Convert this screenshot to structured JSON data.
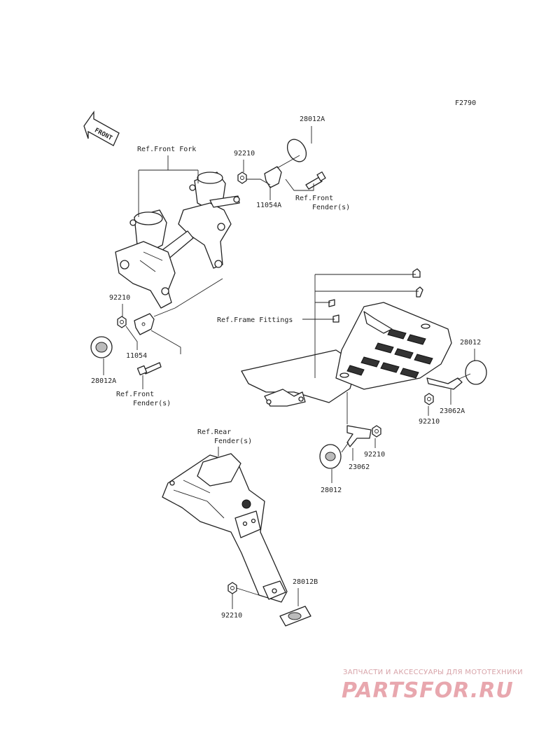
{
  "diagram": {
    "code": "F2790",
    "front_arrow_label": "FRONT",
    "labels": {
      "p28012A_top": "28012A",
      "p92210_top": "92210",
      "p11054A": "11054A",
      "ref_front_fender_top_1": "Ref.Front",
      "ref_front_fender_top_2": "Fender(s)",
      "ref_front_fork": "Ref.Front Fork",
      "p92210_left": "92210",
      "p11054": "11054",
      "p28012A_left": "28012A",
      "ref_front_fender_left_1": "Ref.Front",
      "ref_front_fender_left_2": "Fender(s)",
      "ref_frame_fittings": "Ref.Frame Fittings",
      "p28012_right": "28012",
      "p23062A": "23062A",
      "p92210_right": "92210",
      "p92210_mid": "92210",
      "p23062": "23062",
      "p28012_mid": "28012",
      "ref_rear_fender_1": "Ref.Rear",
      "ref_rear_fender_2": "Fender(s)",
      "p28012B": "28012B",
      "p92210_bottom": "92210"
    }
  },
  "watermark": {
    "subtitle": "ЗАПЧАСТИ И АКСЕССУАРЫ ДЛЯ МОТОТЕХНИКИ",
    "brand": "PARTSFOR.RU"
  }
}
